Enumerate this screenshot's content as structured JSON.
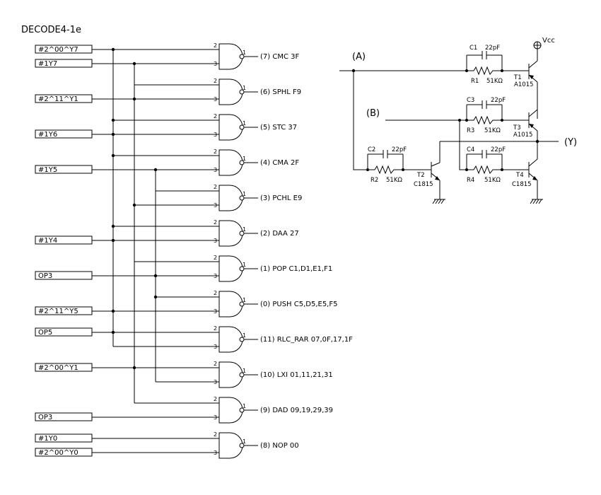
{
  "title": "DECODE4-1e",
  "pin_a": "2",
  "pin_b": "3",
  "pin_out": "1",
  "inputs": [
    "#2^00^Y7",
    "#1Y7",
    "#2^11^Y1",
    "#1Y6",
    "#1Y5",
    "#1Y4",
    "OP3",
    "#2^11^Y5",
    "OP5",
    "#2^00^Y1",
    "OP3_",
    "#1Y0",
    "#2^00^Y0"
  ],
  "gates": [
    "(7) CMC  3F",
    "(6) SPHL  F9",
    "(5) STC  37",
    "(4) CMA  2F",
    "(3) PCHL  E9",
    "(2) DAA   27",
    "(1) POP  C1,D1,E1,F1",
    "(0) PUSH  C5,D5,E5,F5",
    "(11) RLC_RAR  07,0F,17,1F",
    "(10) LXI  01,11,21,31",
    "(9) DAD  09,19,29,39",
    "(8) NOP  00"
  ],
  "circuit": {
    "vcc": "Vcc",
    "a": "(A)",
    "b": "(B)",
    "y": "(Y)",
    "c1": "C1",
    "c1v": "22pF",
    "r1": "R1",
    "r1v": "51KΩ",
    "t1": "T1",
    "t1v": "A1015",
    "c3": "C3",
    "c3v": "22pF",
    "r3": "R3",
    "r3v": "51KΩ",
    "t3": "T3",
    "t3v": "A1015",
    "c2": "C2",
    "c2v": "22pF",
    "r2": "R2",
    "r2v": "51KΩ",
    "t2": "T2",
    "t2v": "C1815",
    "c4": "C4",
    "c4v": "22pF",
    "r4": "R4",
    "r4v": "51KΩ",
    "t4": "T4",
    "t4v": "C1815"
  }
}
